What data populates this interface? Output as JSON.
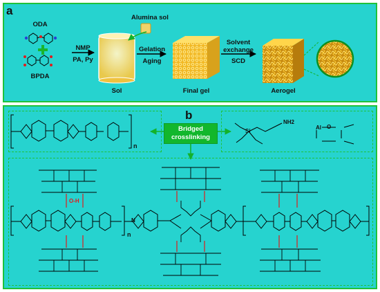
{
  "panel_a": {
    "letter": "a",
    "reactant_top": "ODA",
    "reactant_bottom": "BPDA",
    "step1_top": "NMP",
    "step1_bottom": "PA, Py",
    "sol_label": "Sol",
    "alumina_label": "Alumina sol",
    "step2_top": "Gelation",
    "step2_bottom": "Aging",
    "final_gel_label": "Final gel",
    "step3_top": "Solvent",
    "step3_mid": "exchange",
    "step3_bottom": "SCD",
    "aerogel_label": "Aerogel"
  },
  "panel_b": {
    "letter": "b",
    "bridged_line1": "Bridged",
    "bridged_line2": "crosslinking",
    "repeat_n": "n",
    "amine_label": "NH2",
    "si_label": "Si",
    "al_label": "Al",
    "o_label": "O",
    "oh_label": "O-H",
    "n_label": "N"
  },
  "colors": {
    "background": "#26d3cf",
    "frame": "#1fc23a",
    "bridged_box": "#12b72c",
    "gel": "#f2c430",
    "hydrogen_bond": "#e21b1b"
  }
}
